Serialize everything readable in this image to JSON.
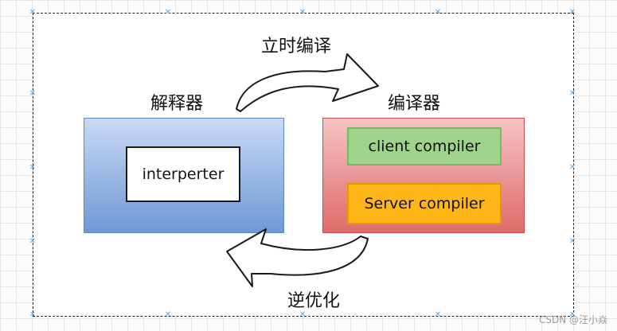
{
  "labels": {
    "jit": "立时编译",
    "interpreter_title": "解释器",
    "compiler_title": "编译器",
    "deopt": "逆优化"
  },
  "interpreter": {
    "inner_label": "interperter"
  },
  "compiler": {
    "client_label": "client compiler",
    "server_label": "Server compiler"
  },
  "watermark": "CSDN @汪小焱",
  "colors": {
    "interpreter_fill": "#6f98d6",
    "compiler_fill": "#e06b6b",
    "client_fill": "#9ed389",
    "server_fill": "#ffb619",
    "selection_handle": "#5aa9e6"
  }
}
